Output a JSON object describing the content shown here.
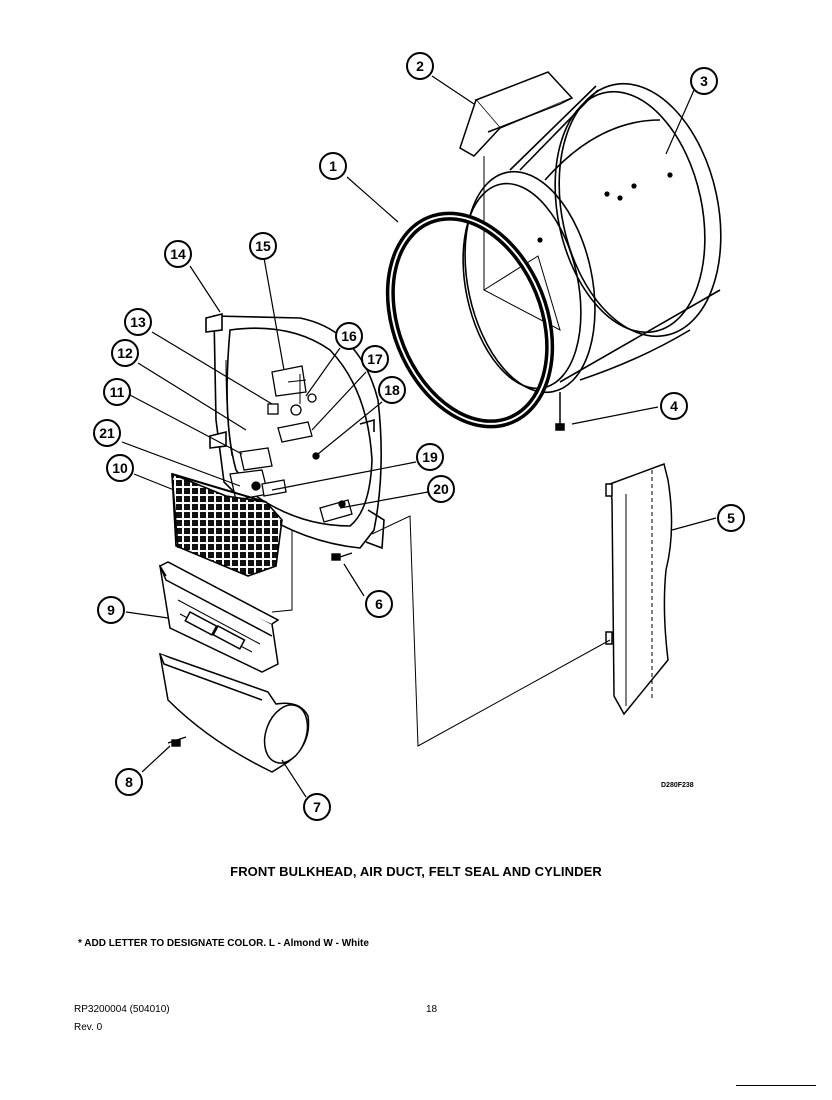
{
  "title": "FRONT BULKHEAD, AIR DUCT, FELT SEAL AND CYLINDER",
  "note": "* ADD LETTER TO DESIGNATE COLOR.  L - Almond  W - White",
  "doc_number": "RP3200004    (504010)",
  "revision": "Rev. 0",
  "page_number": "18",
  "drawing_code": "D280F238",
  "callouts": [
    "1",
    "2",
    "3",
    "4",
    "5",
    "6",
    "7",
    "8",
    "9",
    "10",
    "11",
    "12",
    "13",
    "14",
    "15",
    "16",
    "17",
    "18",
    "19",
    "20",
    "21"
  ]
}
